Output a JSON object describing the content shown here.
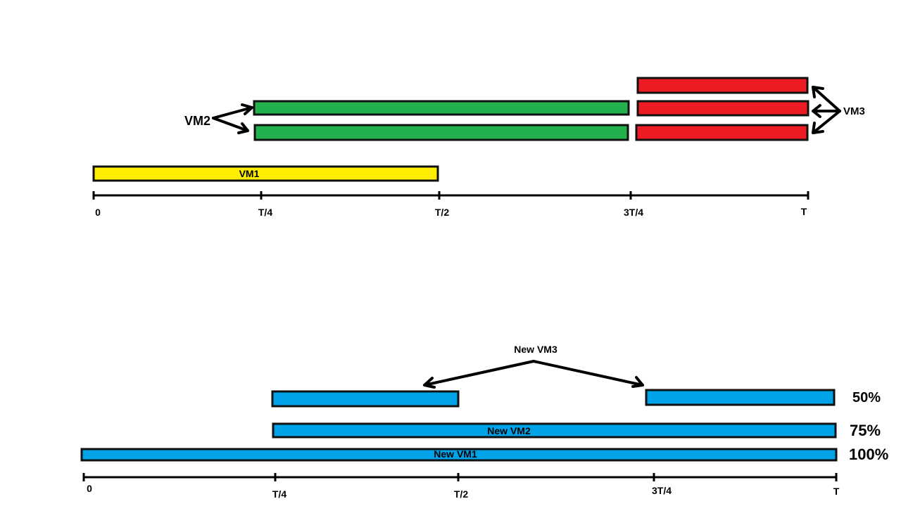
{
  "colors": {
    "vm1": "#ffee00",
    "vm2": "#22b14c",
    "vm3": "#ed1c24",
    "new_vm": "#00a2e8",
    "axis": "#000000"
  },
  "top_diagram": {
    "ticks": [
      "0",
      "T/4",
      "T/2",
      "3T/4",
      "T"
    ],
    "vm1": {
      "label": "VM1",
      "start": "0",
      "end": "T/2"
    },
    "vm2": {
      "label": "VM2",
      "count": 2,
      "start": "T/4",
      "end": "3T/4"
    },
    "vm3": {
      "label": "VM3",
      "count": 3,
      "start": "3T/4",
      "end": "T"
    }
  },
  "bottom_diagram": {
    "ticks": [
      "0",
      "T/4",
      "T/2",
      "3T/4",
      "T"
    ],
    "new_vm1": {
      "label": "New VM1",
      "start": "0",
      "end": "T",
      "level": "100%"
    },
    "new_vm2": {
      "label": "New VM2",
      "start": "T/4",
      "end": "T",
      "level": "75%"
    },
    "new_vm3": {
      "label": "New VM3",
      "segments": [
        {
          "start": "T/4",
          "end": "T/2"
        },
        {
          "start": "3T/4",
          "end": "T"
        }
      ],
      "level": "50%"
    }
  }
}
